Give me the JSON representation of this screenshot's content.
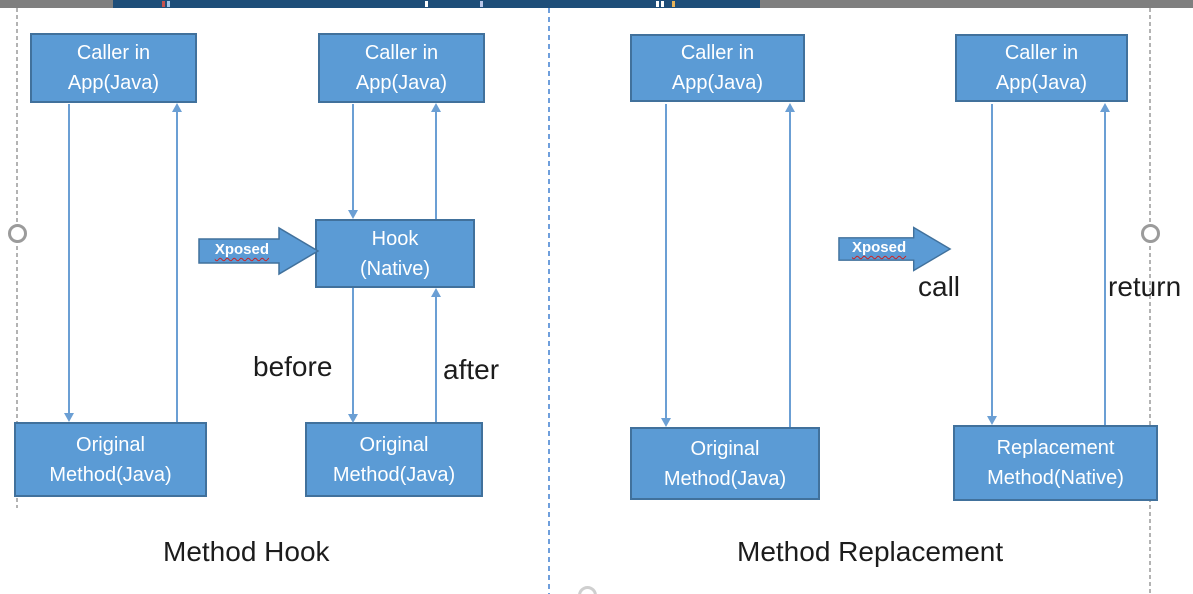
{
  "colors": {
    "box_fill": "#5B9BD5",
    "box_border": "#41719C",
    "arrow_blue": "#6B9FD4",
    "divider_blue": "#6F9FDC",
    "bar_navy": "#1E4E79",
    "bar_gray": "#7F7F7F",
    "label_text": "#1C1C1C",
    "xposed_underline": "#CC2222"
  },
  "hook_diagram": {
    "caption": "Method Hook",
    "boxes": {
      "caller_left": "Caller in\nApp(Java)",
      "caller_mid": "Caller in\nApp(Java)",
      "hook": "Hook\n(Native)",
      "original_left": "Original\nMethod(Java)",
      "original_mid": "Original\nMethod(Java)"
    },
    "xposed_arrow_label": "Xposed",
    "before_label": "before",
    "after_label": "after"
  },
  "replacement_diagram": {
    "caption": "Method Replacement",
    "boxes": {
      "caller_left": "Caller in\nApp(Java)",
      "caller_right": "Caller in\nApp(Java)",
      "original": "Original\nMethod(Java)",
      "replacement": "Replacement\nMethod(Native)"
    },
    "xposed_arrow_label": "Xposed",
    "call_label": "call",
    "return_label": "return"
  }
}
